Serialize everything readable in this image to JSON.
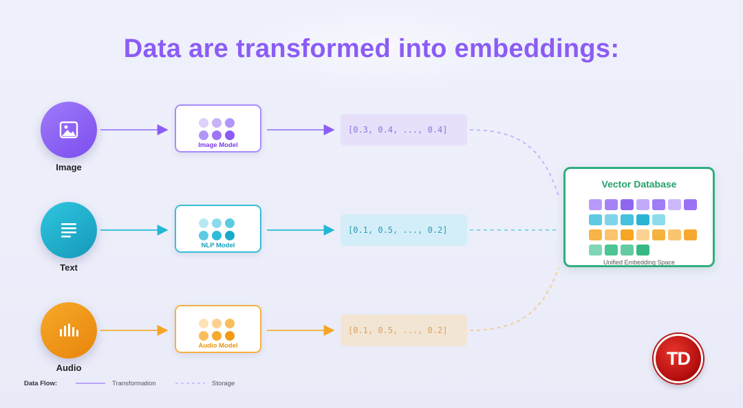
{
  "title": "Data are transformed into embeddings:",
  "colors": {
    "image": "#8b5cf6",
    "text": "#22b8d4",
    "audio": "#f5a524",
    "database": "#2fae7e"
  },
  "sources": [
    {
      "label": "Image",
      "icon": "image-icon",
      "model": "Image Model",
      "vector": "[0.3, 0.4, ..., 0.4]"
    },
    {
      "label": "Text",
      "icon": "text-lines-icon",
      "model": "NLP Model",
      "vector": "[0.1, 0.5, ..., 0.2]"
    },
    {
      "label": "Audio",
      "icon": "audio-bars-icon",
      "model": "Audio Model",
      "vector": "[0.1, 0.5, ..., 0.2]"
    }
  ],
  "database": {
    "title": "Vector Database",
    "subtitle": "Unified Embedding Space"
  },
  "legend": {
    "heading": "Data Flow:",
    "transformation": "Transformation",
    "storage": "Storage"
  },
  "badge": "TD"
}
